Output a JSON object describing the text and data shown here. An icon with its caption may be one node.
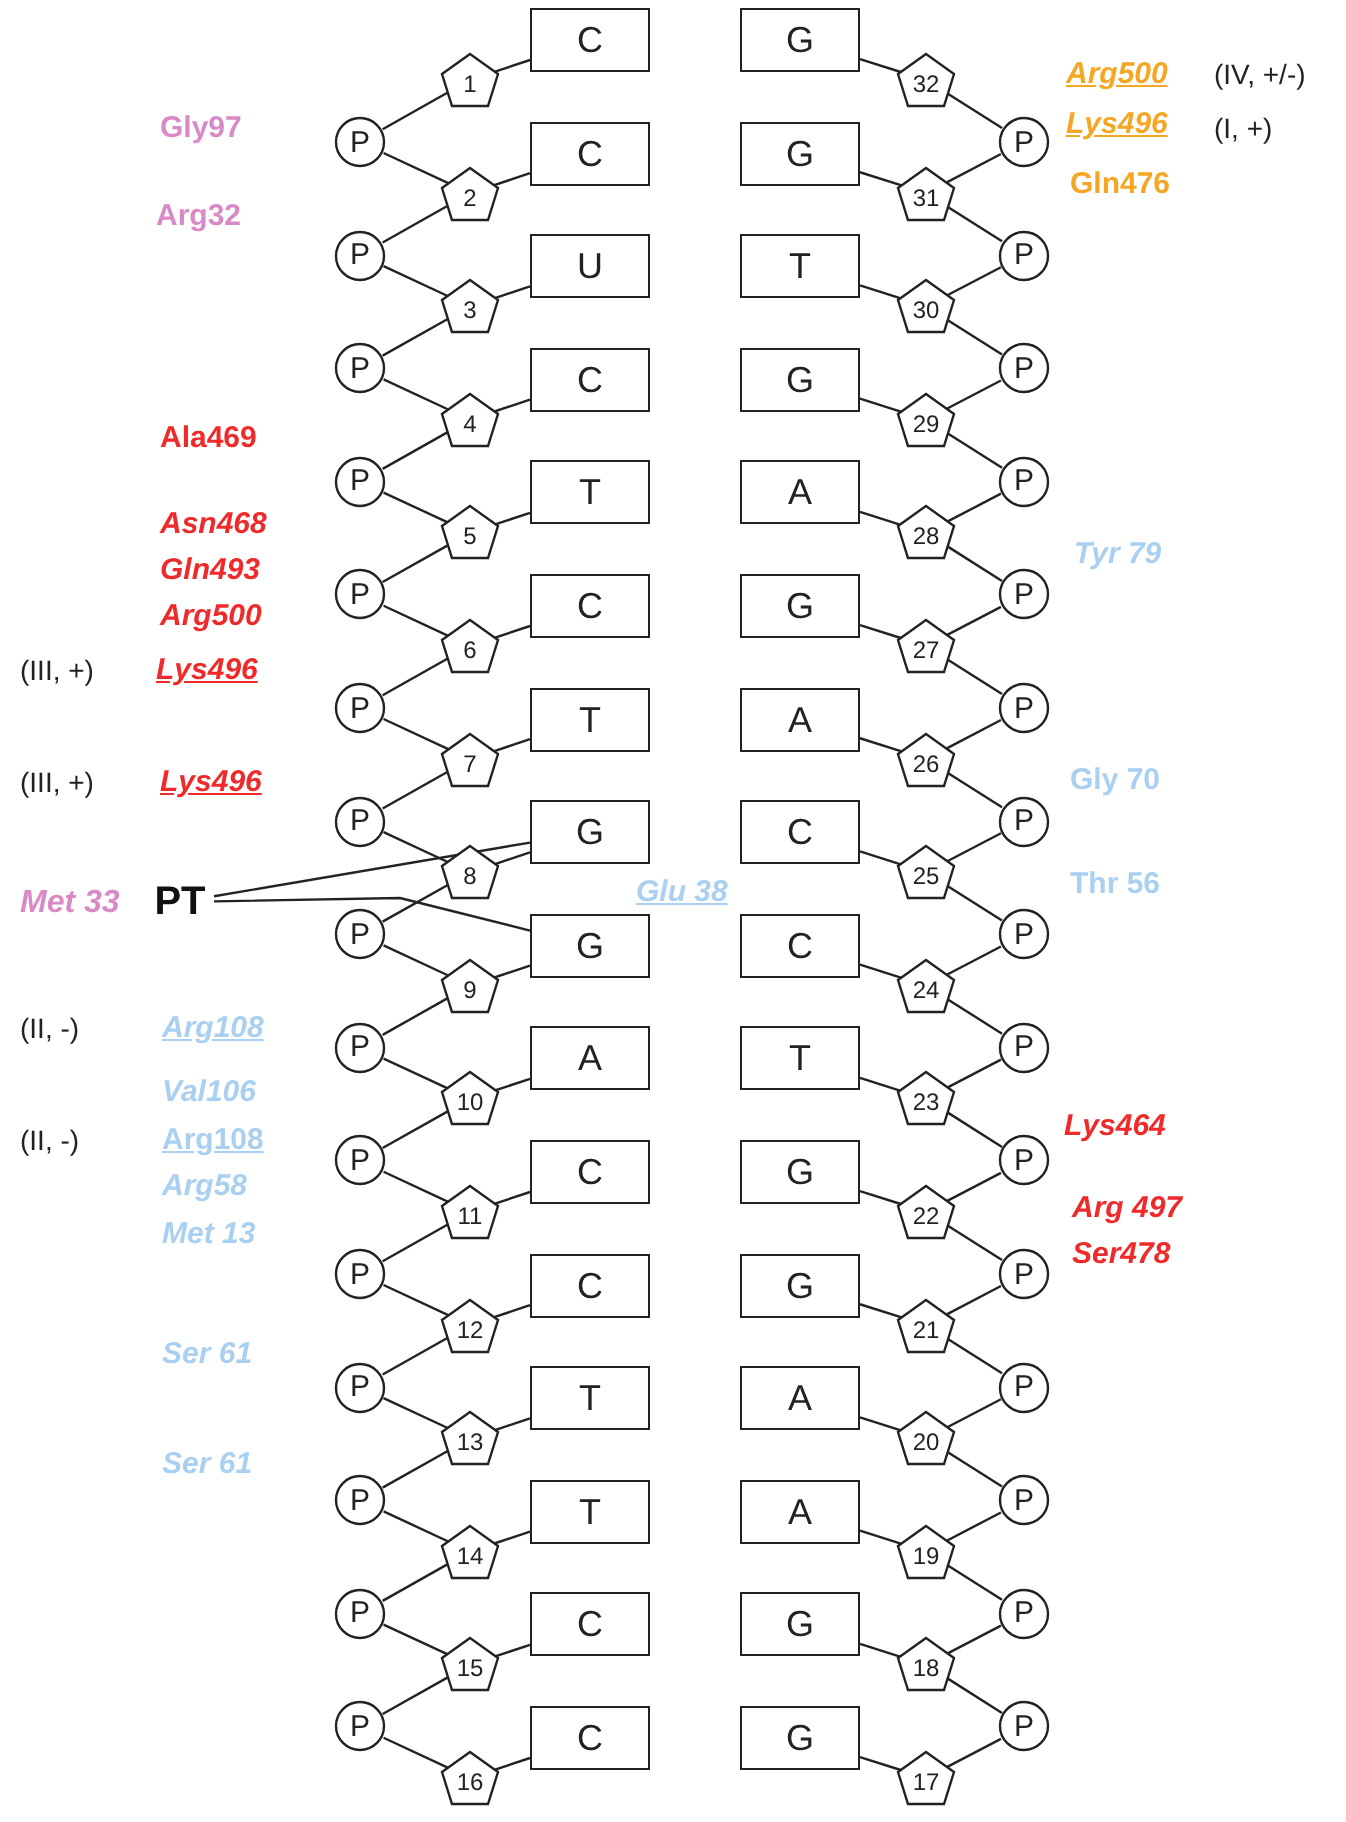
{
  "diagram": {
    "nodes": [
      {
        "text": [
          "1"
        ]
      },
      {
        "text": [
          "C"
        ]
      },
      {
        "text": [
          "G"
        ]
      },
      {
        "text": [
          "32"
        ]
      },
      {
        "text": [
          "P"
        ]
      },
      {
        "text": [
          "P"
        ]
      },
      {
        "text": [
          "2"
        ]
      },
      {
        "text": [
          "C"
        ]
      },
      {
        "text": [
          "G"
        ]
      },
      {
        "text": [
          "31"
        ]
      },
      {
        "text": [
          "P"
        ]
      },
      {
        "text": [
          "P"
        ]
      },
      {
        "text": [
          "3"
        ]
      },
      {
        "text": [
          "U"
        ]
      },
      {
        "text": [
          "T"
        ]
      },
      {
        "text": [
          "30"
        ]
      },
      {
        "text": [
          "P"
        ]
      },
      {
        "text": [
          "P"
        ]
      },
      {
        "text": [
          "4"
        ]
      },
      {
        "text": [
          "C"
        ]
      },
      {
        "text": [
          "G"
        ]
      },
      {
        "text": [
          "29"
        ]
      },
      {
        "text": [
          "P"
        ]
      },
      {
        "text": [
          "P"
        ]
      },
      {
        "text": [
          "5"
        ]
      },
      {
        "text": [
          "T"
        ]
      },
      {
        "text": [
          "A"
        ]
      },
      {
        "text": [
          "28"
        ]
      },
      {
        "text": [
          "P"
        ]
      },
      {
        "text": [
          "P"
        ]
      },
      {
        "text": [
          "6"
        ]
      },
      {
        "text": [
          "C"
        ]
      },
      {
        "text": [
          "G"
        ]
      },
      {
        "text": [
          "27"
        ]
      },
      {
        "text": [
          "P"
        ]
      },
      {
        "text": [
          "P"
        ]
      },
      {
        "text": [
          "7"
        ]
      },
      {
        "text": [
          "T"
        ]
      },
      {
        "text": [
          "A"
        ]
      },
      {
        "text": [
          "26"
        ]
      },
      {
        "text": [
          "P"
        ]
      },
      {
        "text": [
          "P"
        ]
      },
      {
        "text": [
          "8"
        ]
      },
      {
        "text": [
          "G"
        ]
      },
      {
        "text": [
          "C"
        ]
      },
      {
        "text": [
          "25"
        ]
      },
      {
        "text": [
          "P"
        ]
      },
      {
        "text": [
          "P"
        ]
      },
      {
        "text": [
          "9"
        ]
      },
      {
        "text": [
          "G"
        ]
      },
      {
        "text": [
          "C"
        ]
      },
      {
        "text": [
          "24"
        ]
      },
      {
        "text": [
          "P"
        ]
      },
      {
        "text": [
          "P"
        ]
      },
      {
        "text": [
          "10"
        ]
      },
      {
        "text": [
          "A"
        ]
      },
      {
        "text": [
          "T"
        ]
      },
      {
        "text": [
          "23"
        ]
      },
      {
        "text": [
          "P"
        ]
      },
      {
        "text": [
          "P"
        ]
      },
      {
        "text": [
          "11"
        ]
      },
      {
        "text": [
          "C"
        ]
      },
      {
        "text": [
          "G"
        ]
      },
      {
        "text": [
          "22"
        ]
      },
      {
        "text": [
          "P"
        ]
      },
      {
        "text": [
          "P"
        ]
      },
      {
        "text": [
          "12"
        ]
      },
      {
        "text": [
          "C"
        ]
      },
      {
        "text": [
          "G"
        ]
      },
      {
        "text": [
          "21"
        ]
      },
      {
        "text": [
          "P"
        ]
      },
      {
        "text": [
          "P"
        ]
      },
      {
        "text": [
          "13"
        ]
      },
      {
        "text": [
          "T"
        ]
      },
      {
        "text": [
          "A"
        ]
      },
      {
        "text": [
          "20"
        ]
      },
      {
        "text": [
          "P"
        ]
      },
      {
        "text": [
          "P"
        ]
      },
      {
        "text": [
          "14"
        ]
      },
      {
        "text": [
          "T"
        ]
      },
      {
        "text": [
          "A"
        ]
      },
      {
        "text": [
          "19"
        ]
      },
      {
        "text": [
          "P"
        ]
      },
      {
        "text": [
          "P"
        ]
      },
      {
        "text": [
          "15"
        ]
      },
      {
        "text": [
          "C"
        ]
      },
      {
        "text": [
          "G"
        ]
      },
      {
        "text": [
          "18"
        ]
      },
      {
        "text": [
          "P"
        ]
      },
      {
        "text": [
          "P"
        ]
      },
      {
        "text": [
          "16"
        ]
      },
      {
        "text": [
          "C"
        ]
      },
      {
        "text": [
          "G"
        ]
      },
      {
        "text": [
          "17"
        ]
      },
      {
        "text": [
          "PT"
        ],
        "beside": [
          "Met 33"
        ]
      }
    ],
    "edges": [
      {
        "from": 0,
        "to": 1,
        "arrow": "none"
      },
      {
        "from": 2,
        "to": 3,
        "arrow": "none"
      },
      {
        "from": 0,
        "to": 4,
        "arrow": "none"
      },
      {
        "from": 4,
        "to": 6,
        "arrow": "none"
      },
      {
        "from": 3,
        "to": 5,
        "arrow": "none"
      },
      {
        "from": 5,
        "to": 9,
        "arrow": "none"
      },
      {
        "from": 6,
        "to": 7,
        "arrow": "none"
      },
      {
        "from": 8,
        "to": 9,
        "arrow": "none"
      },
      {
        "from": 6,
        "to": 10,
        "arrow": "none"
      },
      {
        "from": 10,
        "to": 12,
        "arrow": "none"
      },
      {
        "from": 9,
        "to": 11,
        "arrow": "none"
      },
      {
        "from": 11,
        "to": 15,
        "arrow": "none"
      },
      {
        "from": 12,
        "to": 13,
        "arrow": "none"
      },
      {
        "from": 14,
        "to": 15,
        "arrow": "none"
      },
      {
        "from": 12,
        "to": 16,
        "arrow": "none"
      },
      {
        "from": 16,
        "to": 18,
        "arrow": "none"
      },
      {
        "from": 15,
        "to": 17,
        "arrow": "none"
      },
      {
        "from": 17,
        "to": 21,
        "arrow": "none"
      },
      {
        "from": 18,
        "to": 19,
        "arrow": "none"
      },
      {
        "from": 20,
        "to": 21,
        "arrow": "none"
      },
      {
        "from": 18,
        "to": 22,
        "arrow": "none"
      },
      {
        "from": 22,
        "to": 24,
        "arrow": "none"
      },
      {
        "from": 21,
        "to": 23,
        "arrow": "none"
      },
      {
        "from": 23,
        "to": 27,
        "arrow": "none"
      },
      {
        "from": 24,
        "to": 25,
        "arrow": "none"
      },
      {
        "from": 26,
        "to": 27,
        "arrow": "none"
      },
      {
        "from": 24,
        "to": 28,
        "arrow": "none"
      },
      {
        "from": 28,
        "to": 30,
        "arrow": "none"
      },
      {
        "from": 27,
        "to": 29,
        "arrow": "none"
      },
      {
        "from": 29,
        "to": 33,
        "arrow": "none"
      },
      {
        "from": 30,
        "to": 31,
        "arrow": "none"
      },
      {
        "from": 32,
        "to": 33,
        "arrow": "none"
      },
      {
        "from": 30,
        "to": 34,
        "arrow": "none"
      },
      {
        "from": 34,
        "to": 36,
        "arrow": "none"
      },
      {
        "from": 33,
        "to": 35,
        "arrow": "none"
      },
      {
        "from": 35,
        "to": 39,
        "arrow": "none"
      },
      {
        "from": 36,
        "to": 37,
        "arrow": "none"
      },
      {
        "from": 38,
        "to": 39,
        "arrow": "none"
      },
      {
        "from": 36,
        "to": 40,
        "arrow": "none"
      },
      {
        "from": 40,
        "to": 42,
        "arrow": "none"
      },
      {
        "from": 39,
        "to": 41,
        "arrow": "none"
      },
      {
        "from": 41,
        "to": 45,
        "arrow": "none"
      },
      {
        "from": 42,
        "to": 43,
        "arrow": "none"
      },
      {
        "from": 44,
        "to": 45,
        "arrow": "none"
      },
      {
        "from": 42,
        "to": 46,
        "arrow": "none"
      },
      {
        "from": 46,
        "to": 48,
        "arrow": "none"
      },
      {
        "from": 45,
        "to": 47,
        "arrow": "none"
      },
      {
        "from": 47,
        "to": 51,
        "arrow": "none"
      },
      {
        "from": 48,
        "to": 49,
        "arrow": "none"
      },
      {
        "from": 50,
        "to": 51,
        "arrow": "none"
      },
      {
        "from": 48,
        "to": 52,
        "arrow": "none"
      },
      {
        "from": 52,
        "to": 54,
        "arrow": "none"
      },
      {
        "from": 51,
        "to": 53,
        "arrow": "none"
      },
      {
        "from": 53,
        "to": 57,
        "arrow": "none"
      },
      {
        "from": 54,
        "to": 55,
        "arrow": "none"
      },
      {
        "from": 56,
        "to": 57,
        "arrow": "none"
      },
      {
        "from": 54,
        "to": 58,
        "arrow": "none"
      },
      {
        "from": 58,
        "to": 60,
        "arrow": "none"
      },
      {
        "from": 57,
        "to": 59,
        "arrow": "none"
      },
      {
        "from": 59,
        "to": 63,
        "arrow": "none"
      },
      {
        "from": 60,
        "to": 61,
        "arrow": "none"
      },
      {
        "from": 62,
        "to": 63,
        "arrow": "none"
      },
      {
        "from": 60,
        "to": 64,
        "arrow": "none"
      },
      {
        "from": 64,
        "to": 66,
        "arrow": "none"
      },
      {
        "from": 63,
        "to": 65,
        "arrow": "none"
      },
      {
        "from": 65,
        "to": 69,
        "arrow": "none"
      },
      {
        "from": 66,
        "to": 67,
        "arrow": "none"
      },
      {
        "from": 68,
        "to": 69,
        "arrow": "none"
      },
      {
        "from": 66,
        "to": 70,
        "arrow": "none"
      },
      {
        "from": 70,
        "to": 72,
        "arrow": "none"
      },
      {
        "from": 69,
        "to": 71,
        "arrow": "none"
      },
      {
        "from": 71,
        "to": 75,
        "arrow": "none"
      },
      {
        "from": 72,
        "to": 73,
        "arrow": "none"
      },
      {
        "from": 74,
        "to": 75,
        "arrow": "none"
      },
      {
        "from": 72,
        "to": 76,
        "arrow": "none"
      },
      {
        "from": 76,
        "to": 78,
        "arrow": "none"
      },
      {
        "from": 75,
        "to": 77,
        "arrow": "none"
      },
      {
        "from": 77,
        "to": 81,
        "arrow": "none"
      },
      {
        "from": 78,
        "to": 79,
        "arrow": "none"
      },
      {
        "from": 80,
        "to": 81,
        "arrow": "none"
      },
      {
        "from": 78,
        "to": 82,
        "arrow": "none"
      },
      {
        "from": 82,
        "to": 84,
        "arrow": "none"
      },
      {
        "from": 81,
        "to": 83,
        "arrow": "none"
      },
      {
        "from": 83,
        "to": 87,
        "arrow": "none"
      },
      {
        "from": 84,
        "to": 85,
        "arrow": "none"
      },
      {
        "from": 86,
        "to": 87,
        "arrow": "none"
      },
      {
        "from": 84,
        "to": 88,
        "arrow": "none"
      },
      {
        "from": 88,
        "to": 90,
        "arrow": "none"
      },
      {
        "from": 87,
        "to": 89,
        "arrow": "none"
      },
      {
        "from": 89,
        "to": 93,
        "arrow": "none"
      },
      {
        "from": 90,
        "to": 91,
        "arrow": "none"
      },
      {
        "from": 92,
        "to": 93,
        "arrow": "none"
      },
      {
        "from": 94,
        "to": 43,
        "arrow": "none"
      },
      {
        "from": 94,
        "to": 49,
        "arrow": "none"
      }
    ],
    "labels": [
      "Arg500",
      "(IV, +/-)",
      "Lys496",
      "Gly97",
      "(I, +)",
      "Gln476",
      "Arg32",
      "Ala469",
      "Asn468",
      "Tyr 79",
      "Gln493",
      "Arg500",
      "(III, +)",
      "Lys496",
      "Gly 70",
      "(III, +)",
      "Lys496",
      "Thr 56",
      "Glu 38",
      "(II, -)",
      "Arg108",
      "Val106",
      "(II, -)",
      "Lys464",
      "Arg108",
      "Arg58",
      "Arg 497",
      "Met 13",
      "Ser478",
      "Ser 61",
      "Ser 61"
    ]
  }
}
